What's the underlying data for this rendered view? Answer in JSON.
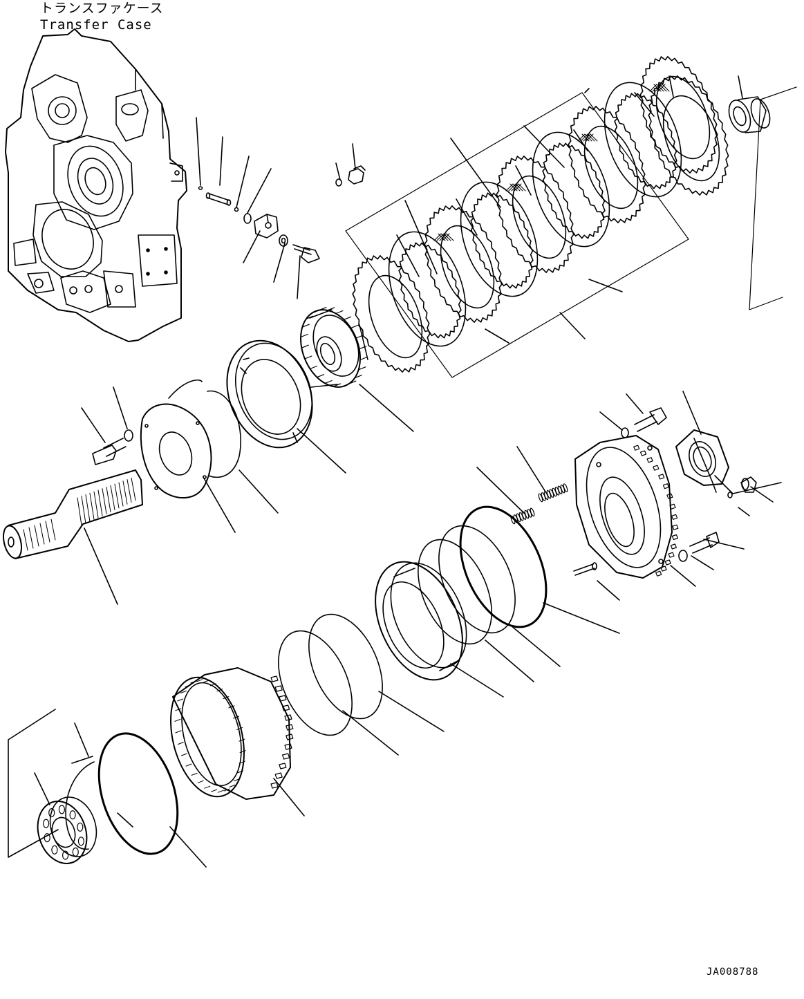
{
  "caption": {
    "japanese": "トランスファケース",
    "english": "Transfer Case"
  },
  "document_id": "JA008788",
  "colors": {
    "line": "#000000",
    "background": "#ffffff"
  }
}
